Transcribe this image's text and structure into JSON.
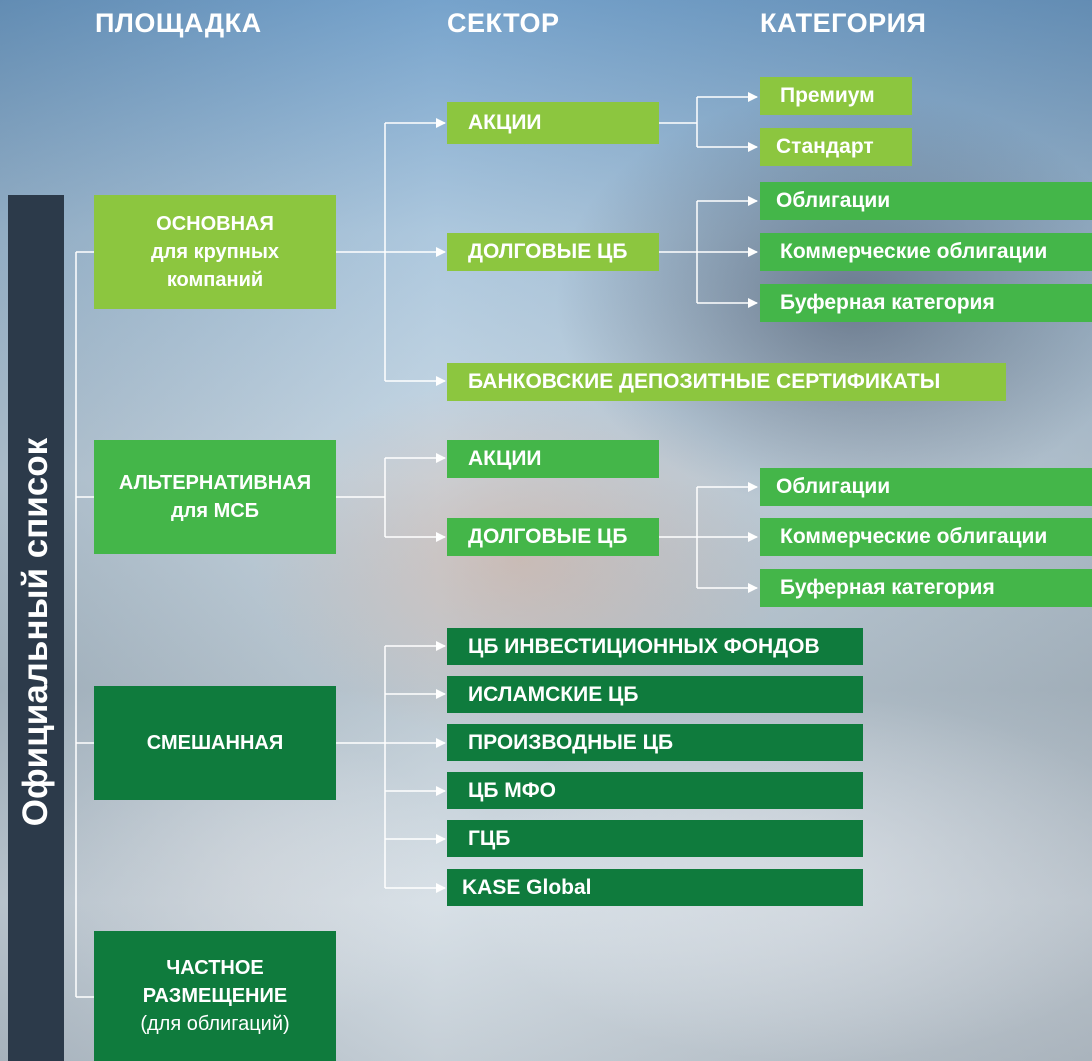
{
  "headers": {
    "platform": "ПЛОЩАДКА",
    "sector": "СЕКТОР",
    "category": "КАТЕГОРИЯ"
  },
  "side_title": "Официальный список",
  "platforms": {
    "main": {
      "line1": "ОСНОВНАЯ",
      "line2": "для крупных",
      "line3": "компаний"
    },
    "alternative": {
      "line1": "АЛЬТЕРНАТИВНАЯ",
      "line2": "для МСБ"
    },
    "mixed": {
      "line1": "СМЕШАННАЯ"
    },
    "private": {
      "line1": "ЧАСТНОЕ",
      "line2": "РАЗМЕЩЕНИЕ",
      "line3": "(для облигаций)"
    }
  },
  "sectors": {
    "main": [
      "АКЦИИ",
      "ДОЛГОВЫЕ ЦБ",
      "БАНКОВСКИЕ ДЕПОЗИТНЫЕ СЕРТИФИКАТЫ"
    ],
    "alternative": [
      "АКЦИИ",
      "ДОЛГОВЫЕ ЦБ"
    ],
    "mixed": [
      "ЦБ ИНВЕСТИЦИОННЫХ ФОНДОВ",
      "ИСЛАМСКИЕ ЦБ",
      "ПРОИЗВОДНЫЕ ЦБ",
      "ЦБ МФО",
      "ГЦБ",
      "KASE Global"
    ]
  },
  "categories": {
    "main_shares": [
      "Премиум",
      "Стандарт"
    ],
    "main_debt": [
      "Облигации",
      "Коммерческие облигации",
      "Буферная категория"
    ],
    "alt_debt": [
      "Облигации",
      "Коммерческие облигации",
      "Буферная категория"
    ]
  },
  "colors": {
    "light_green": "#8cc63f",
    "medium_green": "#44b649",
    "dark_green": "#0f7b3d",
    "side_bar": "#2c3a4a",
    "connector": "#ffffff"
  }
}
